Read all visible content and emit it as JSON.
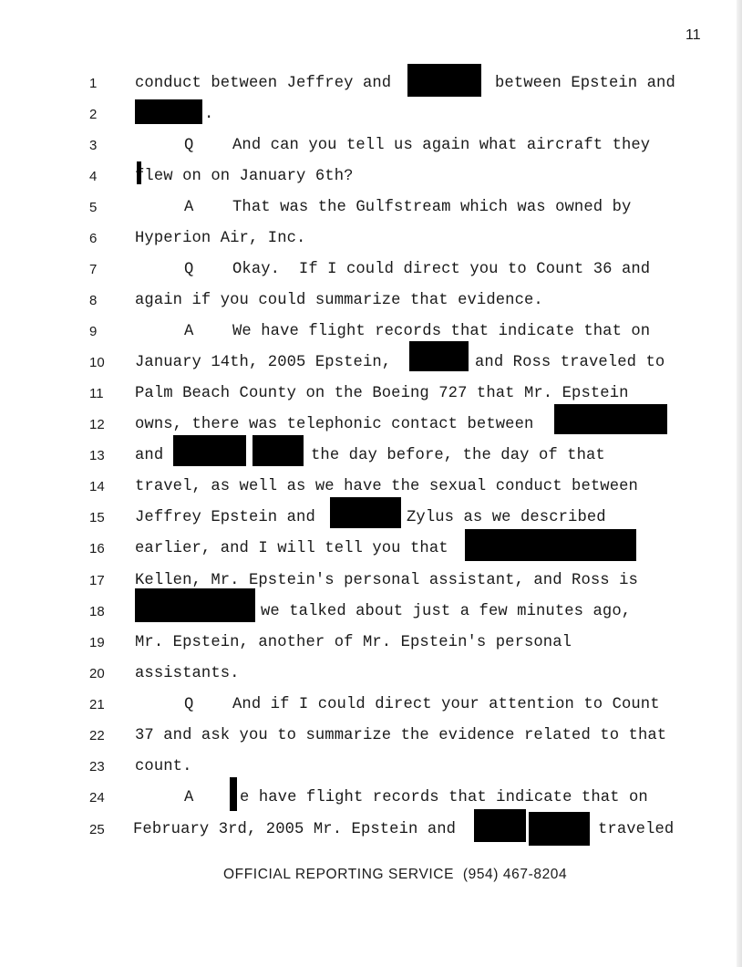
{
  "page_number": "11",
  "lines": [
    {
      "n": "1",
      "segments": [
        "conduct between Jeffrey and",
        "between Epstein and"
      ]
    },
    {
      "n": "2",
      "segments": [
        "."
      ]
    },
    {
      "n": "3",
      "speaker": "Q",
      "segments": [
        "And can you tell us again what aircraft they"
      ]
    },
    {
      "n": "4",
      "segments": [
        "flew on on January 6th?"
      ]
    },
    {
      "n": "5",
      "speaker": "A",
      "segments": [
        "That was the Gulfstream which was owned by"
      ]
    },
    {
      "n": "6",
      "segments": [
        "Hyperion Air, Inc."
      ]
    },
    {
      "n": "7",
      "speaker": "Q",
      "segments": [
        "Okay.  If I could direct you to Count 36 and"
      ]
    },
    {
      "n": "8",
      "segments": [
        "again if you could summarize that evidence."
      ]
    },
    {
      "n": "9",
      "speaker": "A",
      "segments": [
        "We have flight records that indicate that on"
      ]
    },
    {
      "n": "10",
      "segments": [
        "January 14th, 2005 Epstein,",
        "and Ross traveled to"
      ]
    },
    {
      "n": "11",
      "segments": [
        "Palm Beach County on the Boeing 727 that Mr. Epstein"
      ]
    },
    {
      "n": "12",
      "segments": [
        "owns, there was telephonic contact between"
      ]
    },
    {
      "n": "13",
      "segments": [
        "and",
        "the day before, the day of that"
      ]
    },
    {
      "n": "14",
      "segments": [
        "travel, as well as we have the sexual conduct between"
      ]
    },
    {
      "n": "15",
      "segments": [
        "Jeffrey Epstein and",
        "Zylus as we described"
      ]
    },
    {
      "n": "16",
      "segments": [
        "earlier, and I will tell you that"
      ]
    },
    {
      "n": "17",
      "segments": [
        "Kellen, Mr. Epstein's personal assistant, and Ross is"
      ]
    },
    {
      "n": "18",
      "segments": [
        "we talked about just a few minutes ago,"
      ]
    },
    {
      "n": "19",
      "segments": [
        "Mr. Epstein, another of Mr. Epstein's personal"
      ]
    },
    {
      "n": "20",
      "segments": [
        "assistants."
      ]
    },
    {
      "n": "21",
      "speaker": "Q",
      "segments": [
        "And if I could direct your attention to Count"
      ]
    },
    {
      "n": "22",
      "segments": [
        "37 and ask you to summarize the evidence related to that"
      ]
    },
    {
      "n": "23",
      "segments": [
        "count."
      ]
    },
    {
      "n": "24",
      "speaker": "A",
      "segments": [
        "e have flight records that indicate that on"
      ]
    },
    {
      "n": "25",
      "segments": [
        "February 3rd, 2005 Mr. Epstein and",
        "traveled"
      ]
    }
  ],
  "footer": "OFFICIAL REPORTING SERVICE  (954) 467-8204"
}
